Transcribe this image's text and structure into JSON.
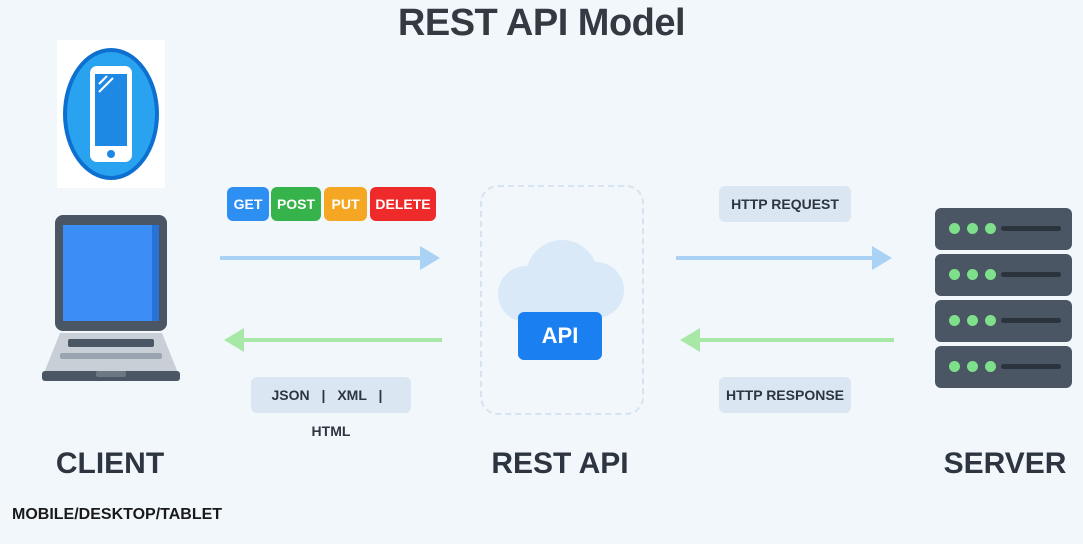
{
  "title": "REST API Model",
  "methods": [
    {
      "label": "GET",
      "color": "#2d8ff2"
    },
    {
      "label": "POST",
      "color": "#36b34a"
    },
    {
      "label": "PUT",
      "color": "#f5a623"
    },
    {
      "label": "DELETE",
      "color": "#ee2a2a"
    }
  ],
  "formats": [
    "JSON",
    "XML",
    "HTML"
  ],
  "http_request": "HTTP REQUEST",
  "http_response": "HTTP RESPONSE",
  "api_label": "API",
  "client": {
    "label": "CLIENT",
    "sublabel": "MOBILE/DESKTOP/TABLET"
  },
  "rest_api_label": "REST API",
  "server_label": "SERVER",
  "colors": {
    "request_arrow": "#a9d2f5",
    "response_arrow": "#a8e8a6",
    "api_blue": "#1a7ff0"
  }
}
